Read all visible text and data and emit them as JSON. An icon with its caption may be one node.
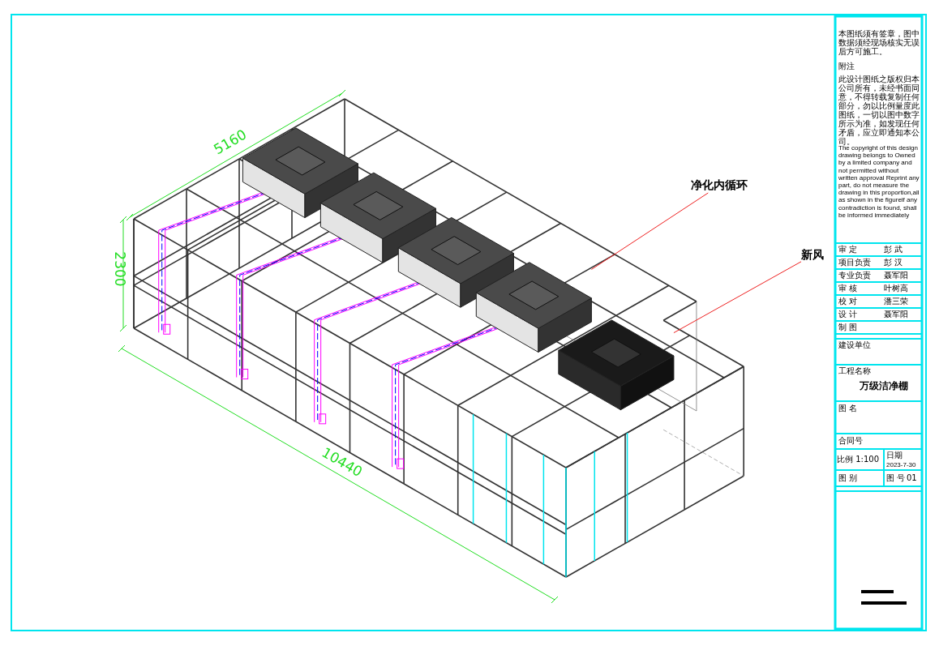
{
  "diagram": {
    "nodes": [
      {
        "text": [
          "净化内循环"
        ]
      },
      {
        "text": [],
        "shape": "box"
      },
      {
        "text": [],
        "shape": "box"
      },
      {
        "text": [],
        "shape": "box"
      },
      {
        "text": [],
        "shape": "box"
      },
      {
        "text": [
          "新风"
        ]
      },
      {
        "text": [],
        "shape": "box"
      }
    ],
    "edges": [
      {
        "from": 0,
        "to": 4,
        "arrow": "none"
      },
      {
        "from": 5,
        "to": 6,
        "arrow": "none"
      }
    ],
    "labels": [
      "5160",
      "2300",
      "10440",
      "本图纸须有签章，图中数据须经现场核实无误后方可施工。",
      "附注",
      "此设计图纸之版权归本公司所有，未经书面同意，不得转载复制任何部分，勿以比例量度此图纸，一切以图中数字所示为准，如发现任何矛盾，应立即通知本公司。",
      "The copyright of this design drawing belongs to Owned by a limited company and not permitted without written approval Reprint any part, do not measure the drawing in this proportion,all as shown in the figureif any contradiction is found, shall be informed immediately",
      "审 定",
      "彭 武",
      "项目负责",
      "彭 汉",
      "专业负责",
      "聂军阳",
      "审 核",
      "叶树高",
      "校 对",
      "潘三荣",
      "设 计",
      "聂军阳",
      "制 图",
      "建设单位",
      "工程名称",
      "万级洁净棚",
      "图 名",
      "合同号",
      "比例 1:100",
      "日期",
      "2023-7-30",
      "图 别",
      "图 号",
      "01"
    ]
  }
}
